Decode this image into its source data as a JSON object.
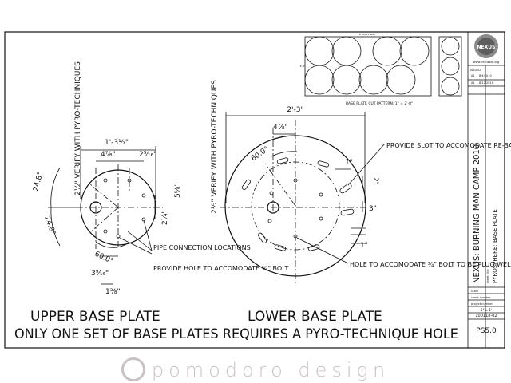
{
  "cut_pattern": {
    "title": "BASE PLATE CUT PATTERN: 1\" = 2'-0\"",
    "dim_top": "8' PLATE SIZE",
    "dim_side": "4'-0\""
  },
  "title_block": {
    "project_title": "NEXUS: BURNING MAN CAMP 2010",
    "sheet_title_small": "sheet title",
    "sheet_title": "PYROSPHERE: BASE PLATE",
    "logo_text": "NEXUS",
    "website": "www.nexusorg.org",
    "issued_label": "ISSUED",
    "issues": [
      {
        "rev": "A1",
        "date": "8/4/2010"
      },
      {
        "rev": "A1",
        "date": "8/12/2010"
      }
    ],
    "scale_label": "scale",
    "project_number_label": "project number",
    "project_number": "100118-02",
    "sheet_number_label": "sheet number",
    "scale": "1\" = 1'",
    "sheet_number": "PS5.0"
  },
  "upper_plate": {
    "label": "UPPER BASE PLATE",
    "verify_note": "2½\" VERIFY WITH PYRO-TECHNIQUES",
    "dim_width": "1'-3½\"",
    "dim_a": "4⅞\"",
    "dim_b": "2⁹⁄₁₆\"",
    "dim_5_8": "5⅝\"",
    "dim_2_1_4": "2¼\"",
    "dim_3_9_16": "3⁹⁄₁₆\"",
    "dim_1_3_8": "1⅜\"",
    "angle_top": "24.8°",
    "angle_mid": "24.8°",
    "angle_bottom": "60.0°",
    "note_pipe": "PIPE CONNECTION LOCATIONS",
    "note_hole": "PROVIDE HOLE TO ACCOMODATE ¾\" BOLT"
  },
  "lower_plate": {
    "label": "LOWER BASE PLATE",
    "verify_note": "2½\" VERIFY WITH PYRO-TECHNIQUES",
    "dim_width": "2'-3\"",
    "dim_4_7_8": "4⅞\"",
    "angle": "60.0°",
    "dim_1": "1\"",
    "dim_2": "2\"",
    "dim_3": "3\"",
    "dim_1b": "1\"",
    "note_slot": "PROVIDE SLOT TO ACCOMODATE RE-BAR",
    "note_hole": "HOLE TO ACCOMODATE ¾\" BOLT TO BE PLUG WELDED TO THIS PLATE"
  },
  "bottom_note": "ONLY ONE SET OF BASE PLATES REQUIRES A PYRO-TECHNIQUE HOLE",
  "watermark": "pomodoro design"
}
